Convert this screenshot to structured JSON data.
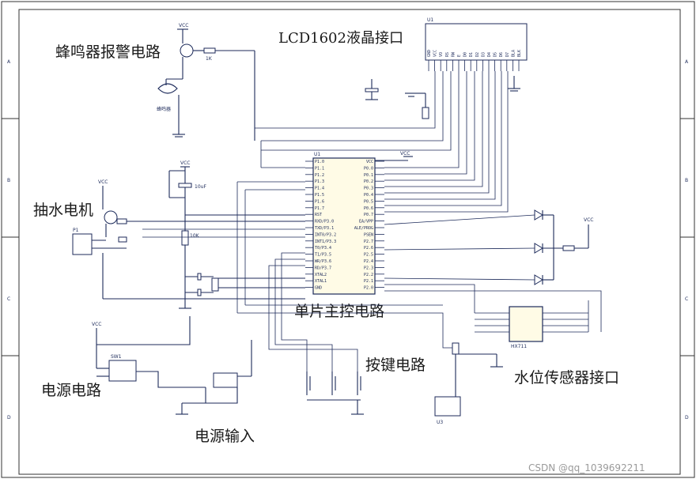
{
  "labels": {
    "buzzer": "蜂鸣器报警电路",
    "lcd": "LCD1602液晶接口",
    "motor": "抽水电机",
    "mcu": "单片主控电路",
    "keys": "按键电路",
    "power": "电源电路",
    "sensor": "水位传感器接口",
    "power_in": "电源输入"
  },
  "watermark": "CSDN @qq_1039692211",
  "border_letters": [
    "A",
    "B",
    "C",
    "D"
  ],
  "parts": {
    "vcc": "VCC",
    "gnd": "GND",
    "u1": "U1",
    "buzzer_name": "蜂鸣器",
    "r_1k": "1K",
    "r_10k": "10K",
    "c_10uf": "10uF",
    "sw1": "SW1",
    "p1": "P1",
    "u3": "U3",
    "chip2": "HX711"
  },
  "mcu_left_pins": [
    "P1.0",
    "P1.1",
    "P1.2",
    "P1.3",
    "P1.4",
    "P1.5",
    "P1.6",
    "P1.7",
    "RST",
    "RXD/P3.0",
    "TXD/P3.1",
    "INT0/P3.2",
    "INT1/P3.3",
    "T0/P3.4",
    "T1/P3.5",
    "WR/P3.6",
    "RD/P3.7",
    "XTAL2",
    "XTAL1",
    "GND"
  ],
  "mcu_right_pins": [
    "VCC",
    "P0.0",
    "P0.1",
    "P0.2",
    "P0.3",
    "P0.4",
    "P0.5",
    "P0.6",
    "P0.7",
    "EA/VPP",
    "ALE/PROG",
    "PSEN",
    "P2.7",
    "P2.6",
    "P2.5",
    "P2.4",
    "P2.3",
    "P2.2",
    "P2.1",
    "P2.0"
  ],
  "lcd_pins": [
    "GND",
    "VCC",
    "VO",
    "RS",
    "RW",
    "E",
    "D0",
    "D1",
    "D2",
    "D3",
    "D4",
    "D5",
    "D6",
    "D7",
    "BLA",
    "BLK"
  ]
}
